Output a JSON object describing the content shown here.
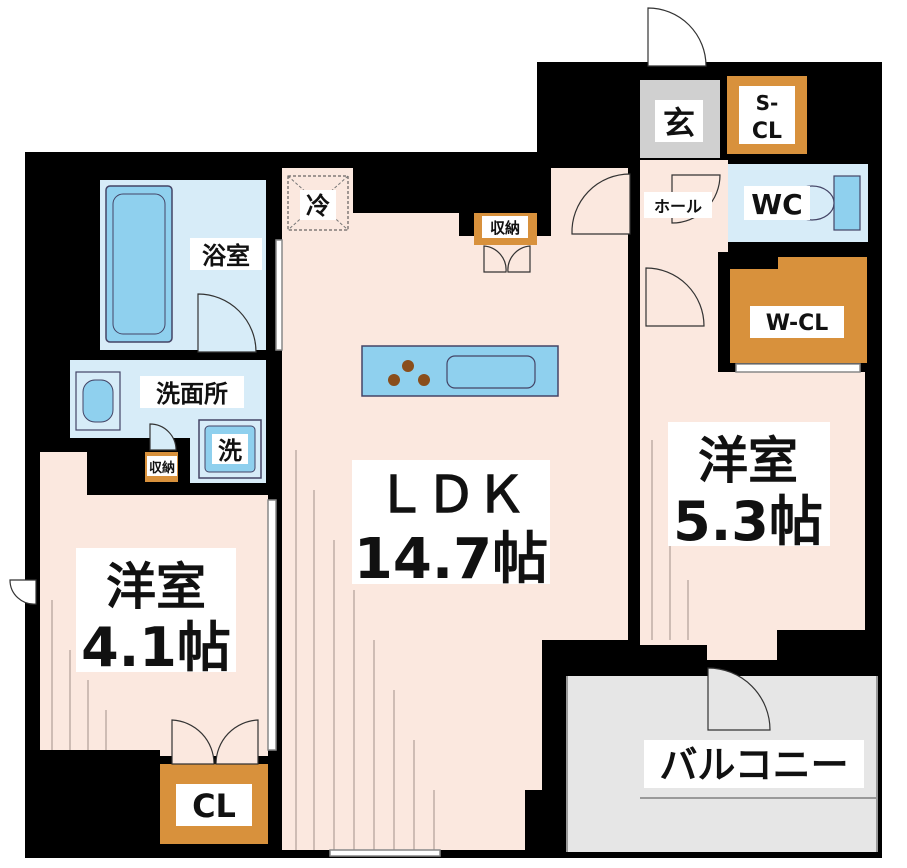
{
  "rooms": {
    "ldk": {
      "name": "ＬＤＫ",
      "size": "14.7帖"
    },
    "western_room_right": {
      "name": "洋室",
      "size": "5.3帖"
    },
    "western_room_left": {
      "name": "洋室",
      "size": "4.1帖"
    },
    "bathroom": "浴室",
    "washroom": "洗面所",
    "washer": "洗",
    "storage_small": "収納",
    "storage_ldk": "収納",
    "fridge": "冷",
    "entrance": "玄",
    "shoe_closet_line1": "S-",
    "shoe_closet_line2": "CL",
    "hall": "ホール",
    "toilet": "WC",
    "walk_in_closet": "W-CL",
    "closet": "CL",
    "balcony": "バルコニー"
  },
  "colors": {
    "wall": "#000000",
    "floor_wood": "#fbe8df",
    "bath_floor": "#d7ecf8",
    "fixture_blue": "#8fd0ee",
    "closet_orange": "#d8913c",
    "balcony_gray": "#e6e6e6",
    "entrance_gray": "#d0d0d0",
    "label_bg": "#ffffff"
  }
}
